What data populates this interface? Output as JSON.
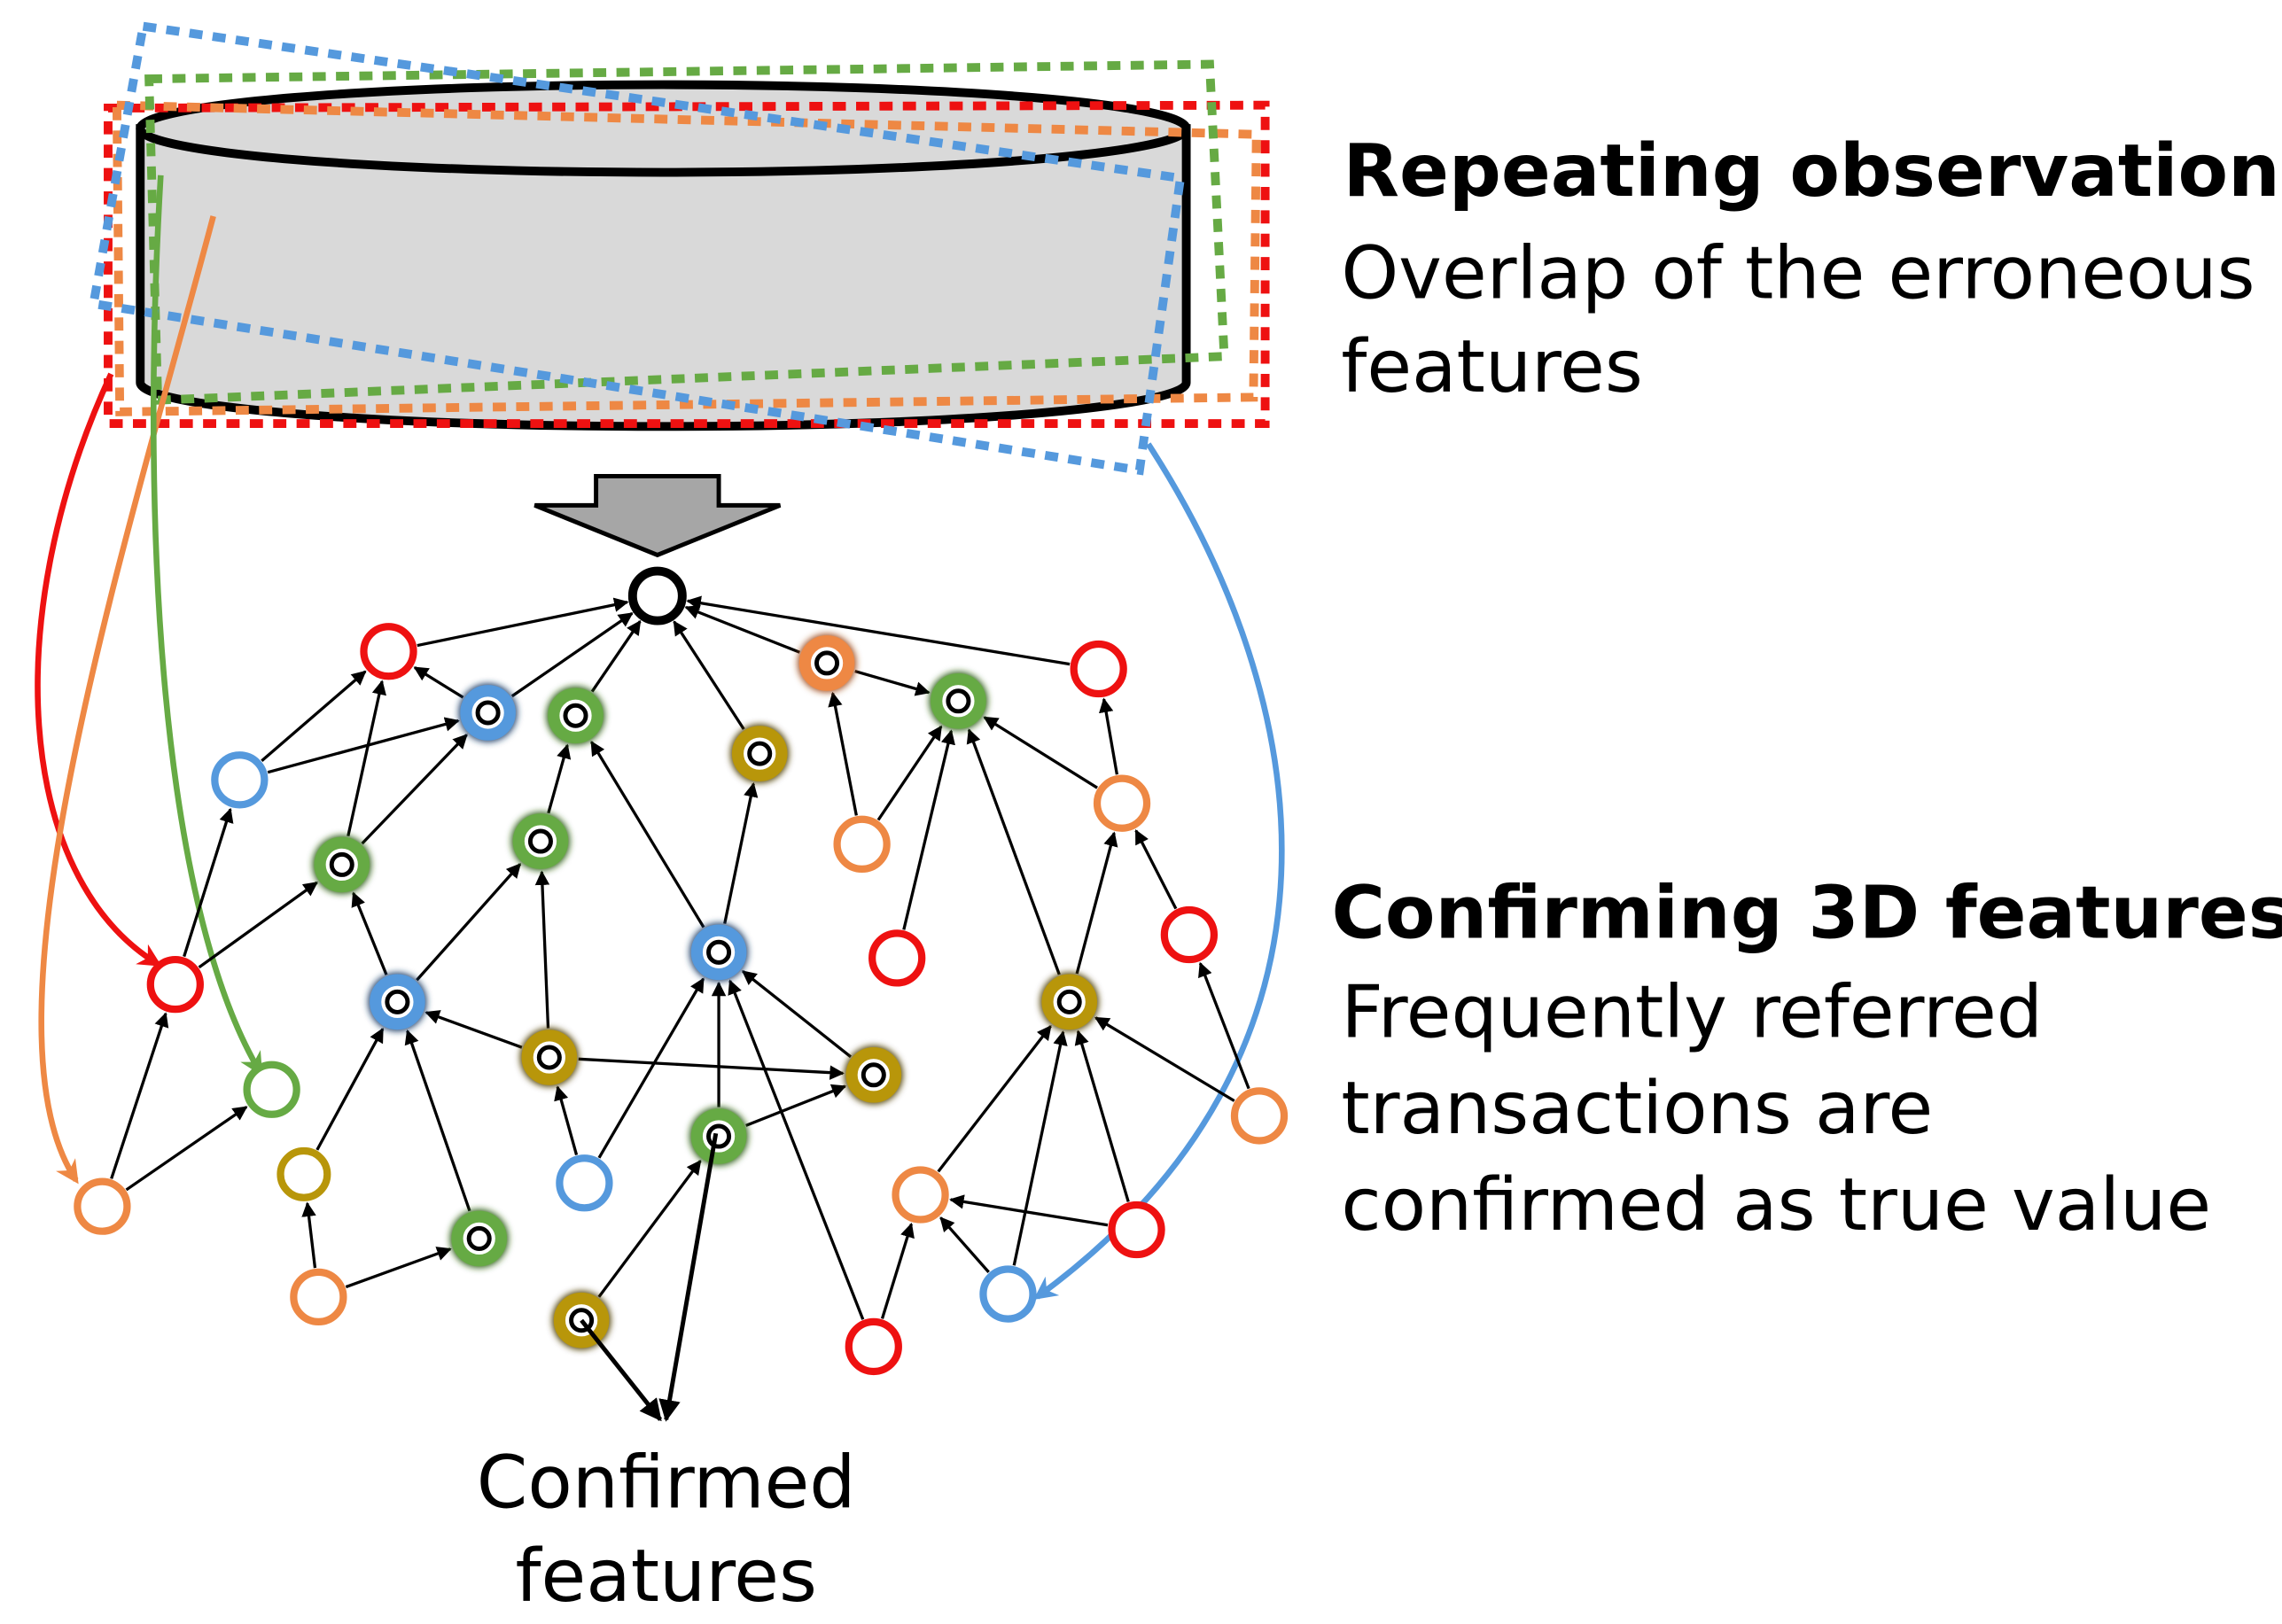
{
  "sections": {
    "repeating": {
      "title": "Repeating observation",
      "lines": [
        "Overlap of the erroneous",
        "features"
      ]
    },
    "confirming": {
      "title": "Confirming 3D features",
      "lines": [
        "Frequently referred",
        "transactions are",
        "confirmed as true value"
      ]
    }
  },
  "caption": {
    "lines": [
      "Confirmed",
      "features"
    ]
  },
  "colors": {
    "red": "#ee1111",
    "orange": "#ee8844",
    "green": "#66aa44",
    "blue": "#5599dd",
    "olive": "#b8960a",
    "dark_green": "#2f5f18",
    "dark_blue": "#1f3d68",
    "dark_olive": "#4e3c05",
    "dark_orange": "#a05020",
    "black": "#000000",
    "cylinder_fill": "#d9d9d9",
    "arrow_fill": "#a6a6a6"
  },
  "nodes": [
    {
      "id": "top",
      "style": "black"
    },
    {
      "id": "n_red1",
      "style": "red"
    },
    {
      "id": "n_blue1",
      "style": "blue-filled"
    },
    {
      "id": "n_green1",
      "style": "green-filled"
    },
    {
      "id": "n_orange_top",
      "style": "orange-filled"
    },
    {
      "id": "n_green2",
      "style": "green-filled"
    },
    {
      "id": "n_red_right",
      "style": "red"
    },
    {
      "id": "n_blue_left",
      "style": "blue"
    },
    {
      "id": "n_olive1",
      "style": "olive-filled"
    },
    {
      "id": "n_orange_r",
      "style": "orange"
    },
    {
      "id": "n_green3",
      "style": "green-filled"
    },
    {
      "id": "n_green4",
      "style": "green-filled"
    },
    {
      "id": "n_orange_mid",
      "style": "orange"
    },
    {
      "id": "n_red_mid",
      "style": "red"
    },
    {
      "id": "n_red_r2",
      "style": "red"
    },
    {
      "id": "n_blue_mid",
      "style": "blue-filled"
    },
    {
      "id": "n_red_left",
      "style": "red"
    },
    {
      "id": "n_blue_left2",
      "style": "blue-filled"
    },
    {
      "id": "n_olive_r",
      "style": "olive-filled"
    },
    {
      "id": "n_olive2",
      "style": "olive-filled"
    },
    {
      "id": "n_olive3",
      "style": "olive-filled"
    },
    {
      "id": "n_green_left",
      "style": "green"
    },
    {
      "id": "n_orange_far_r",
      "style": "orange"
    },
    {
      "id": "n_green5",
      "style": "green-filled"
    },
    {
      "id": "n_olive_small",
      "style": "olive"
    },
    {
      "id": "n_blue_small",
      "style": "blue"
    },
    {
      "id": "n_orange_left",
      "style": "orange"
    },
    {
      "id": "n_orange_r2",
      "style": "orange"
    },
    {
      "id": "n_red_r3",
      "style": "red"
    },
    {
      "id": "n_green6",
      "style": "green-filled"
    },
    {
      "id": "n_orange_bl",
      "style": "orange"
    },
    {
      "id": "n_blue_br",
      "style": "blue"
    },
    {
      "id": "n_olive_bottom",
      "style": "olive-filled"
    },
    {
      "id": "n_red_bottom",
      "style": "red"
    }
  ],
  "edges": [
    [
      "n_red1",
      "top"
    ],
    [
      "n_blue1",
      "top"
    ],
    [
      "n_green1",
      "top"
    ],
    [
      "n_orange_top",
      "top"
    ],
    [
      "n_red_right",
      "top"
    ],
    [
      "n_olive1",
      "top"
    ],
    [
      "n_blue1",
      "n_red1"
    ],
    [
      "n_blue_left",
      "n_red1"
    ],
    [
      "n_blue_left",
      "n_blue1"
    ],
    [
      "n_green3",
      "n_red1"
    ],
    [
      "n_green3",
      "n_blue1"
    ],
    [
      "n_green4",
      "n_green1"
    ],
    [
      "n_orange_mid",
      "n_orange_top"
    ],
    [
      "n_orange_mid",
      "n_green2"
    ],
    [
      "n_red_mid",
      "n_green2"
    ],
    [
      "n_orange_r",
      "n_red_right"
    ],
    [
      "n_orange_r",
      "n_green2"
    ],
    [
      "n_orange_top",
      "n_green2"
    ],
    [
      "n_red_r2",
      "n_orange_r"
    ],
    [
      "n_olive_r",
      "n_orange_r"
    ],
    [
      "n_olive_r",
      "n_green2"
    ],
    [
      "n_blue_mid",
      "n_olive1"
    ],
    [
      "n_blue_mid",
      "n_green1"
    ],
    [
      "n_red_left",
      "n_blue_left"
    ],
    [
      "n_red_left",
      "n_green3"
    ],
    [
      "n_blue_left2",
      "n_green3"
    ],
    [
      "n_blue_left2",
      "n_green4"
    ],
    [
      "n_olive2",
      "n_green4"
    ],
    [
      "n_olive2",
      "n_blue_left2"
    ],
    [
      "n_olive3",
      "n_blue_mid"
    ],
    [
      "n_orange_left",
      "n_red_left"
    ],
    [
      "n_orange_left",
      "n_green_left"
    ],
    [
      "n_olive_small",
      "n_blue_left2"
    ],
    [
      "n_orange_bl",
      "n_olive_small"
    ],
    [
      "n_orange_bl",
      "n_green6"
    ],
    [
      "n_green6",
      "n_blue_left2"
    ],
    [
      "n_green5",
      "n_olive3"
    ],
    [
      "n_green5",
      "n_blue_mid"
    ],
    [
      "n_blue_small",
      "n_blue_mid"
    ],
    [
      "n_blue_small",
      "n_olive2"
    ],
    [
      "n_olive2",
      "n_olive3"
    ],
    [
      "n_olive_bottom",
      "n_green5"
    ],
    [
      "n_red_bottom",
      "n_blue_mid"
    ],
    [
      "n_red_bottom",
      "n_orange_r2"
    ],
    [
      "n_orange_r2",
      "n_olive_r"
    ],
    [
      "n_red_r3",
      "n_olive_r"
    ],
    [
      "n_red_r3",
      "n_orange_r2"
    ],
    [
      "n_blue_br",
      "n_orange_r2"
    ],
    [
      "n_blue_br",
      "n_olive_r"
    ],
    [
      "n_orange_far_r",
      "n_olive_r"
    ],
    [
      "n_orange_far_r",
      "n_red_r2"
    ]
  ]
}
